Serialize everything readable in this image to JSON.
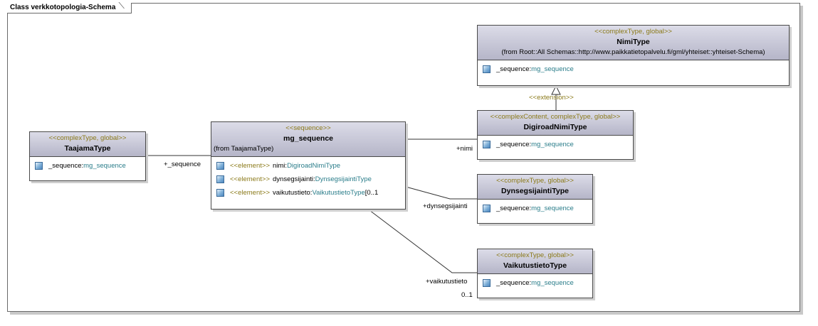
{
  "diagram": {
    "title": "Class verkkotopologia-Schema"
  },
  "classes": {
    "nimi": {
      "stereotype": "<<complexType, global>>",
      "name": "NimiType",
      "from": "(from Root::All Schemas::http://www.paikkatietopalvelu.fi/gml/yhteiset::yhteiset-Schema)",
      "attr_name": "_sequence:",
      "attr_type": "mg_sequence"
    },
    "digiroad": {
      "stereotype": "<<complexContent, complexType, global>>",
      "name": "DigiroadNimiType",
      "attr_name": "_sequence:",
      "attr_type": "mg_sequence"
    },
    "taajama": {
      "stereotype": "<<complexType, global>>",
      "name": "TaajamaType",
      "attr_name": "_sequence:",
      "attr_type": "mg_sequence"
    },
    "mg_sequence": {
      "stereotype": "<<sequence>>",
      "name": "mg_sequence",
      "from": "(from TaajamaType)",
      "elements": [
        {
          "stereotype": "<<element>>",
          "name": "nimi:",
          "type": "DigiroadNimiType",
          "mult": ""
        },
        {
          "stereotype": "<<element>>",
          "name": "dynsegsijainti:",
          "type": "DynsegsijaintiType",
          "mult": ""
        },
        {
          "stereotype": "<<element>>",
          "name": "vaikutustieto:",
          "type": "VaikutustietoType",
          "mult": " [0..1"
        }
      ]
    },
    "dynseg": {
      "stereotype": "<<complexType, global>>",
      "name": "DynsegsijaintiType",
      "attr_name": "_sequence:",
      "attr_type": "mg_sequence"
    },
    "vaikutus": {
      "stereotype": "<<complexType, global>>",
      "name": "VaikutustietoType",
      "attr_name": "_sequence:",
      "attr_type": "mg_sequence"
    }
  },
  "labels": {
    "extension": "<<extension>>",
    "sequence_role": "+_sequence",
    "nimi_role": "+nimi",
    "dynseg_role": "+dynsegsijainti",
    "vaikutus_role": "+vaikutustieto",
    "vaikutus_mult": "0..1"
  },
  "icons": {
    "attribute": "attribute-icon"
  }
}
